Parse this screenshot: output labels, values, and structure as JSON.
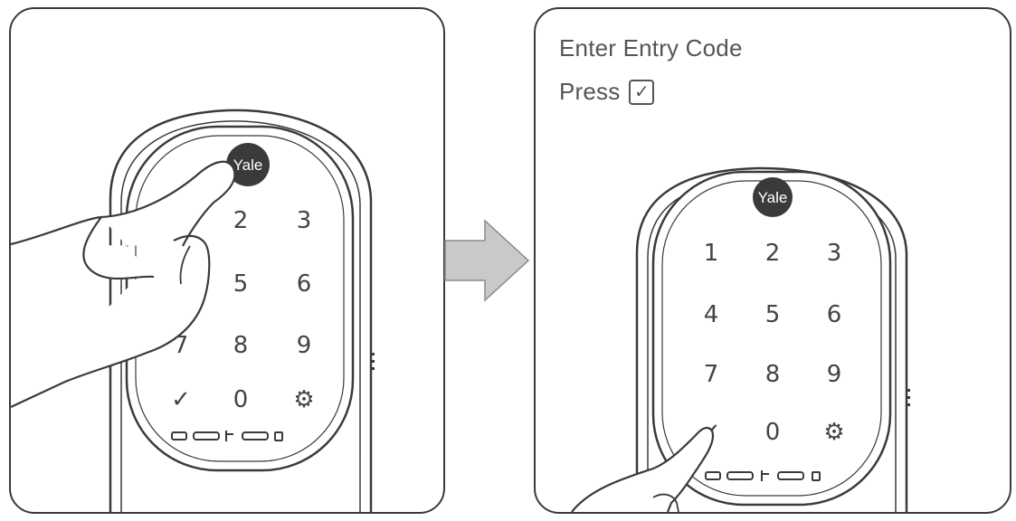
{
  "instructions": {
    "line1": "Enter Entry Code",
    "line2_prefix": "Press",
    "line2_icon": "checkmark-box-icon"
  },
  "brand": "Yale",
  "keypad": {
    "keys": [
      "1",
      "2",
      "3",
      "4",
      "5",
      "6",
      "7",
      "8",
      "9",
      "✓",
      "0",
      "⚙"
    ]
  },
  "colors": {
    "line": "#3a3a3a",
    "arrow_fill": "#c9c9c9",
    "logo_fill": "#3a3a3a"
  }
}
